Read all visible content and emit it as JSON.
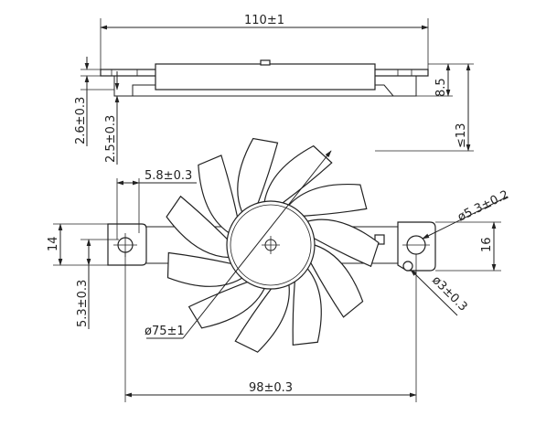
{
  "dimensions": {
    "overall_width": "110±1",
    "plate_thickness": "2.6±0.3",
    "step_height": "2.5±0.3",
    "hub_height": "8.5",
    "max_height": "≤13",
    "hole_offset": "5.8±0.3",
    "left_bracket_height": "14",
    "hole_center_offset": "5.3±0.3",
    "right_bracket_height": "16",
    "right_hole_diameter": "ø5.3±0.2",
    "small_hole_diameter": "ø3±0.3",
    "fan_diameter": "ø75±1",
    "hole_pitch": "98±0.3"
  },
  "colors": {
    "line": "#222222",
    "background": "#ffffff"
  },
  "icons": [
    "fan-blade-icon",
    "center-cross-icon",
    "arrow-head-icon"
  ]
}
